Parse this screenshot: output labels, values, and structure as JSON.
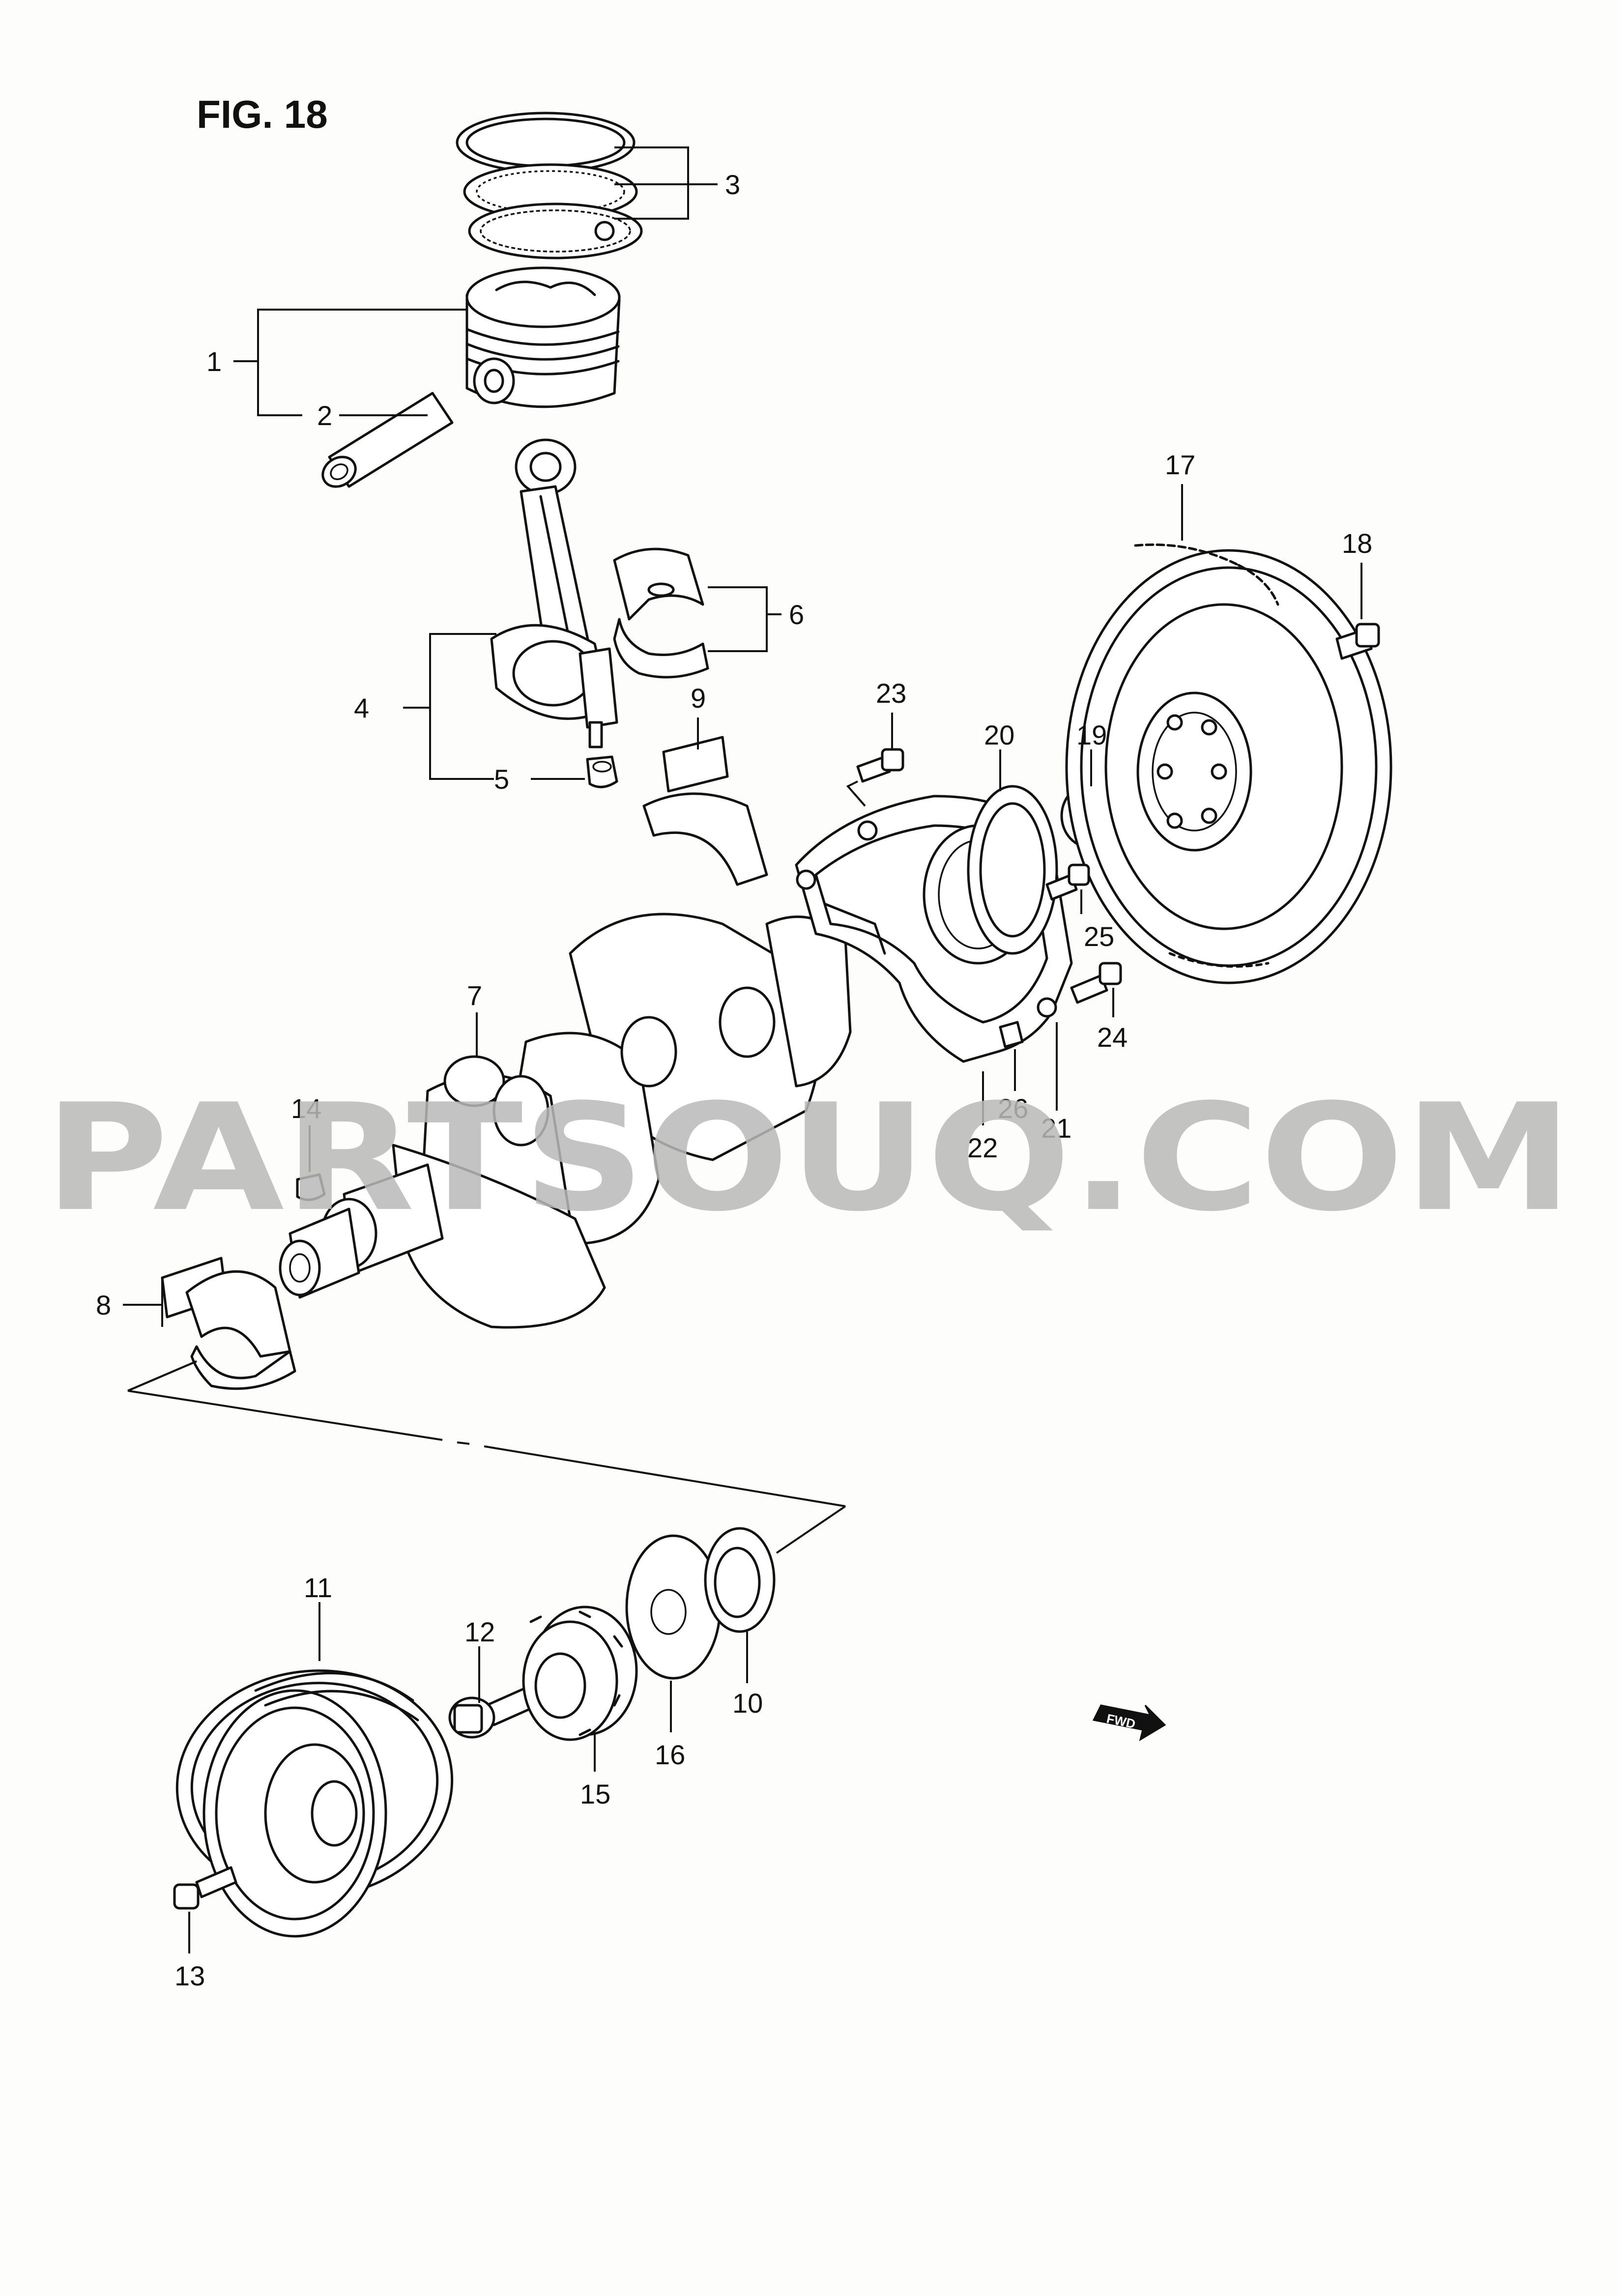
{
  "figure_title": "FIG. 18",
  "watermark": "PARTSOUQ.COM",
  "fwd_marker": "FWD",
  "callouts": [
    {
      "id": "piston",
      "label": "1"
    },
    {
      "id": "piston-pin",
      "label": "2"
    },
    {
      "id": "piston-ring-set",
      "label": "3"
    },
    {
      "id": "connecting-rod",
      "label": "4"
    },
    {
      "id": "rod-nut",
      "label": "5"
    },
    {
      "id": "rod-bearing",
      "label": "6"
    },
    {
      "id": "crankshaft",
      "label": "7"
    },
    {
      "id": "main-bearing-lower",
      "label": "8"
    },
    {
      "id": "main-bearing-upper",
      "label": "9"
    },
    {
      "id": "front-oil-seal",
      "label": "10"
    },
    {
      "id": "crank-pulley",
      "label": "11"
    },
    {
      "id": "pulley-bolt",
      "label": "12"
    },
    {
      "id": "pulley-small-bolt",
      "label": "13"
    },
    {
      "id": "woodruff-key",
      "label": "14"
    },
    {
      "id": "timing-gear",
      "label": "15"
    },
    {
      "id": "guide-plate",
      "label": "16"
    },
    {
      "id": "flywheel",
      "label": "17"
    },
    {
      "id": "flywheel-bolt",
      "label": "18"
    },
    {
      "id": "pilot-bearing",
      "label": "19"
    },
    {
      "id": "rear-oil-seal",
      "label": "20"
    },
    {
      "id": "seal-housing",
      "label": "21"
    },
    {
      "id": "housing-gasket",
      "label": "22"
    },
    {
      "id": "housing-bolt-upper",
      "label": "23"
    },
    {
      "id": "housing-bolt-lower",
      "label": "24"
    },
    {
      "id": "housing-bolt-mid",
      "label": "25"
    },
    {
      "id": "dowel-pin",
      "label": "26"
    }
  ]
}
